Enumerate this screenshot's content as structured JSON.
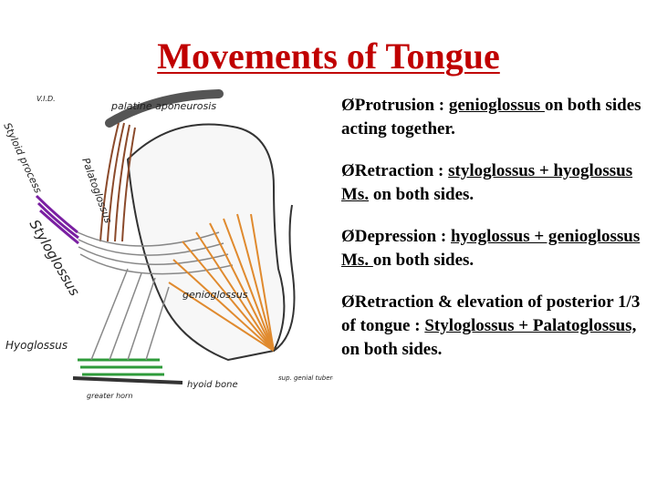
{
  "title": "Movements of Tongue",
  "arrow_glyph": "Ø",
  "bullets": [
    {
      "lead": "Protrusion : ",
      "muscles": "genioglossus ",
      "rest": "on both sides acting together."
    },
    {
      "lead": "Retraction : ",
      "muscles": "styloglossus + hyoglossus Ms.",
      "rest": " on both sides."
    },
    {
      "lead": "Depression : ",
      "muscles": "hyoglossus + genioglossus Ms. ",
      "rest": "on both sides."
    },
    {
      "lead": "Retraction & elevation of posterior 1/3 of tongue : ",
      "muscles": "Styloglossus + Palatoglossus, ",
      "rest": " on both sides."
    }
  ],
  "diagram": {
    "labels": {
      "palatine": "palatine aponeurosis",
      "styloid": "Styloid process",
      "palatoglossus": "Palatoglossus",
      "styloglossus": "Styloglossus",
      "genioglossus": "genioglossus",
      "hyoglossus": "Hyoglossus",
      "hyoid": "hyoid bone",
      "greater_horn": "greater horn",
      "sup_genial": "sup. genial tubercle",
      "corner_mark": "V.I.D."
    },
    "colors": {
      "palatoglossus": "#8b4a2b",
      "styloglossus": "#7a1fa2",
      "genioglossus": "#e08a2e",
      "hyoglossus": "#2e9b3a",
      "outline": "#333333"
    }
  }
}
